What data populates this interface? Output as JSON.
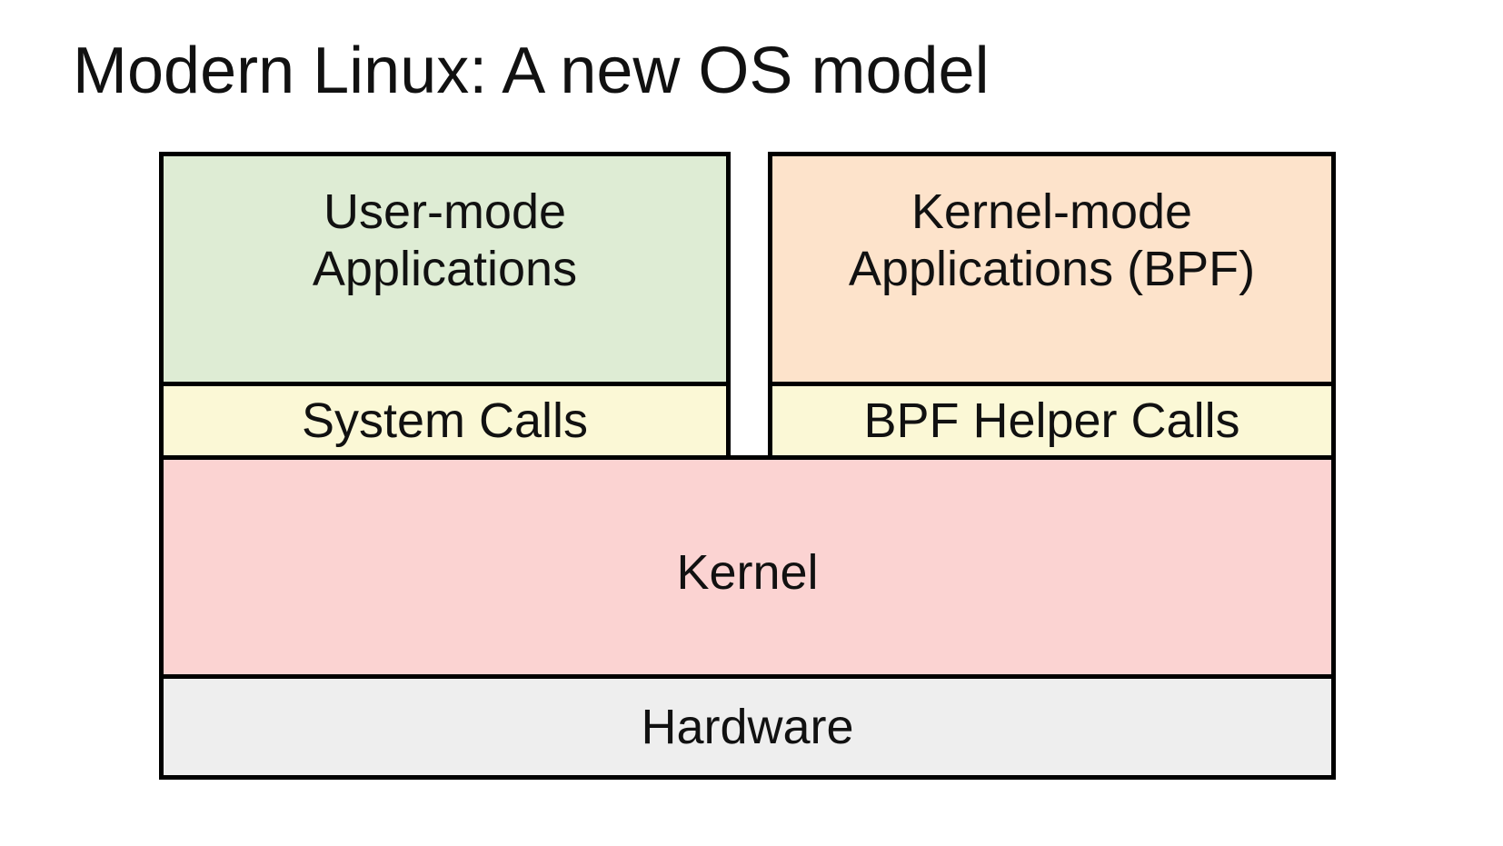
{
  "slide": {
    "title": "Modern Linux: A new OS model"
  },
  "diagram": {
    "user_mode_applications": {
      "label": "User-mode\nApplications",
      "fill": "#deecd4"
    },
    "system_calls": {
      "label": "System Calls",
      "fill": "#fbf8d6"
    },
    "kernel_mode_applications": {
      "label": "Kernel-mode\nApplications (BPF)",
      "fill": "#fde3cb"
    },
    "bpf_helper_calls": {
      "label": "BPF Helper Calls",
      "fill": "#fbf8d6"
    },
    "kernel": {
      "label": "Kernel",
      "fill": "#fbd3d2"
    },
    "hardware": {
      "label": "Hardware",
      "fill": "#eeeeee"
    }
  },
  "colors": {
    "border": "#000000",
    "text": "#111111",
    "background": "#ffffff"
  }
}
